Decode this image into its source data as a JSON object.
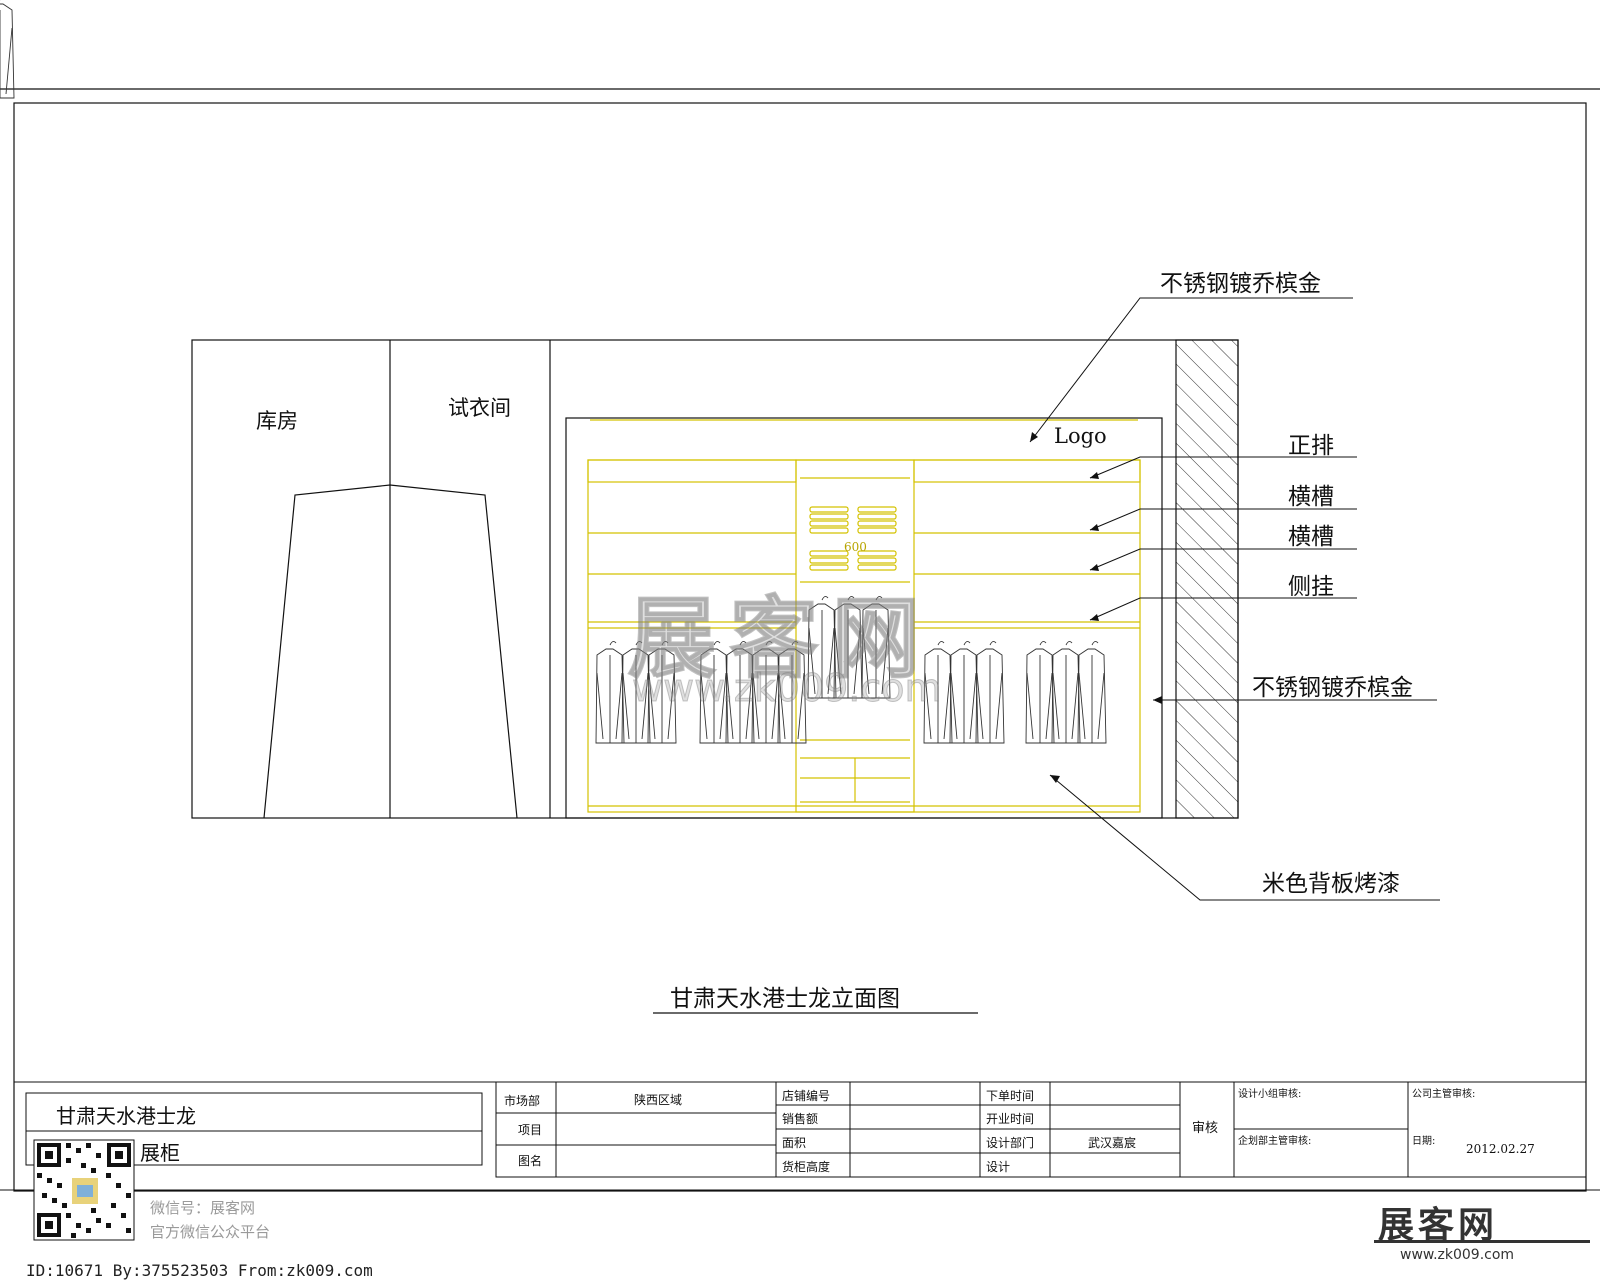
{
  "drawing": {
    "title": "甘肃天水港士龙立面图",
    "rooms": {
      "storage": "库房",
      "fitting_room": "试衣间"
    },
    "logo_text": "Logo",
    "dimension_label": "600",
    "callouts": [
      "不锈钢镀乔槟金",
      "正排",
      "横槽",
      "横槽",
      "侧挂",
      "不锈钢镀乔槟金",
      "米色背板烤漆"
    ]
  },
  "title_block": {
    "project_name": "甘肃天水港士龙",
    "drawing_type": "展柜",
    "market_dept_label": "市场部",
    "market_dept_value": "陕西区域",
    "item_label": "项目",
    "drawing_name_label": "图名",
    "store_no_label": "店铺编号",
    "sales_label": "销售额",
    "area_label": "面积",
    "cabinet_height_label": "货柜高度",
    "order_time_label": "下单时间",
    "opening_time_label": "开业时间",
    "design_dept_label": "设计部门",
    "design_dept_value": "武汉嘉宸",
    "designer_label": "设计",
    "review_label": "审核",
    "design_team_review_label": "设计小组审核:",
    "planning_review_label": "企划部主管审核:",
    "company_review_label": "公司主管审核:",
    "date_label": "日期:",
    "date_value": "2012.02.27"
  },
  "watermark": {
    "wechat_label": "微信号：展客网",
    "wechat_sub": "官方微信公众平台",
    "big_text": "展客网",
    "big_url": "www.zk009.com",
    "footer_id": "ID:10671 By:375523503 From:zk009.com",
    "brand_text": "展客网",
    "brand_url": "www.zk009.com"
  },
  "colors": {
    "line": "#111111",
    "cabinet": "#d4c200",
    "hatch": "#333333",
    "watermark": "#9a9a9a"
  }
}
